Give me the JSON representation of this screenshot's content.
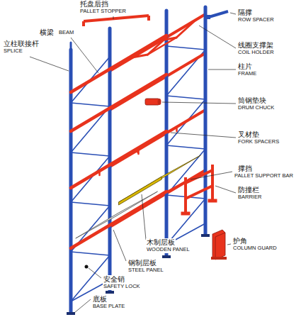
{
  "diagram": {
    "labels": [
      "托盘后挡",
      "PALLET STOPPER",
      "横梁",
      "BEAM",
      "立柱联接杆",
      "SPLICE",
      "隔撑",
      "ROW SPACER",
      "线圈支撑架",
      "COIL HOLDER",
      "柱片",
      "FRAME",
      "筒钢垫块",
      "DRUM CHUCK",
      "叉材垫",
      "FORK SPACERS",
      "撑挡",
      "PALLET SUPPORT BAR",
      "防撞栏",
      "BARRIER",
      "护角",
      "COLUMN GUARD",
      "木制层板",
      "WOODEN PANEL",
      "钢制层板",
      "STEEL PANEL",
      "安全销",
      "SAFETY LOCK",
      "底板",
      "BASE PLATE"
    ]
  }
}
